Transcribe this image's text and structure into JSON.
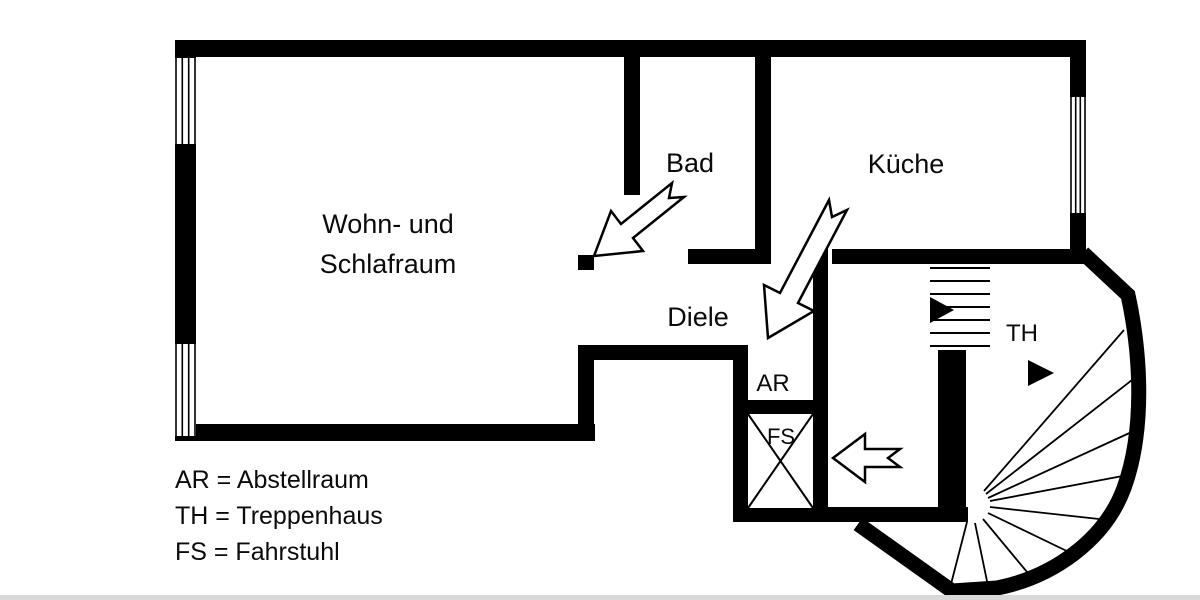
{
  "plan": {
    "rooms": {
      "living_line1": "Wohn- und",
      "living_line2": "Schlafraum",
      "bathroom": "Bad",
      "kitchen": "Küche",
      "hallway": "Diele",
      "storage_abbr": "AR",
      "stairwell_abbr": "TH",
      "elevator_abbr": "FS"
    },
    "legend": {
      "items": [
        {
          "label": "AR = Abstellraum"
        },
        {
          "label": "TH = Treppenhaus"
        },
        {
          "label": "FS = Fahrstuhl"
        }
      ]
    },
    "colors": {
      "wall": "#000000",
      "background": "#ffffff",
      "page_edge": "#d9d9d9"
    }
  }
}
